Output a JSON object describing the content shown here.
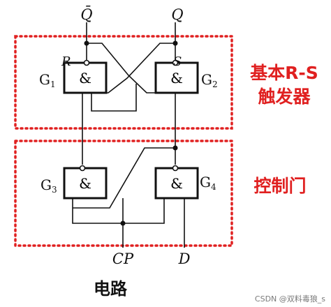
{
  "gates": {
    "g1": {
      "symbol": "&",
      "label": "G",
      "sub": "1"
    },
    "g2": {
      "symbol": "&",
      "label": "G",
      "sub": "2"
    },
    "g3": {
      "symbol": "&",
      "label": "G",
      "sub": "3"
    },
    "g4": {
      "symbol": "&",
      "label": "G",
      "sub": "4"
    }
  },
  "pins": {
    "qbar": "Q̄",
    "q": "Q",
    "r": "R",
    "s": "S",
    "cp": "CP",
    "d": "D"
  },
  "sections": {
    "basic_rs": "基本R-S\n触发器",
    "control_gate": "控制门"
  },
  "caption": "电路",
  "watermark": "CSDN @双料毒狼_s",
  "colors": {
    "section_border": "#e02020",
    "section_label": "#e02020"
  }
}
